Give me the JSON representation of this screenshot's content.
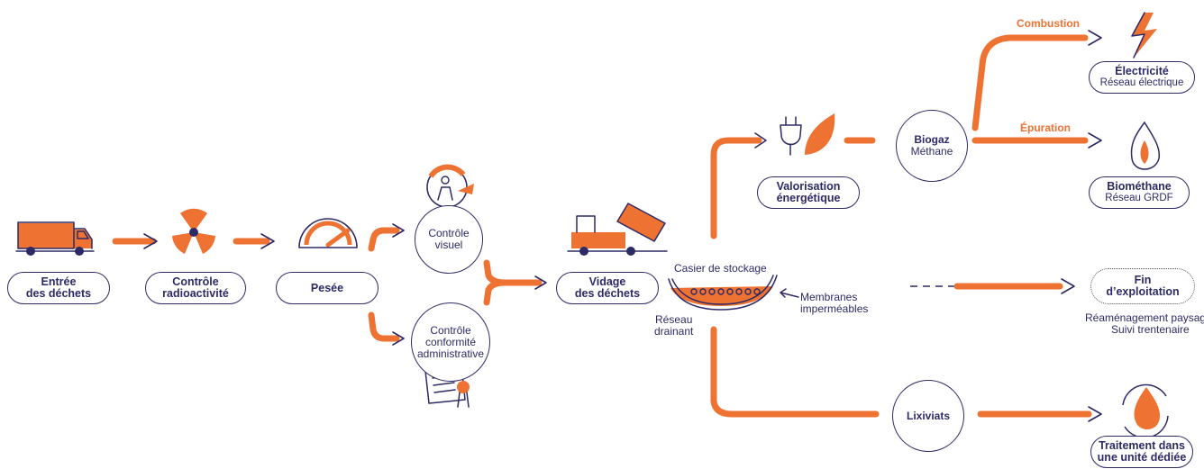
{
  "colors": {
    "accent": "#ee7232",
    "ink": "#2d2a66"
  },
  "steps": {
    "entree": {
      "line1": "Entrée",
      "line2": "des déchets"
    },
    "radio": {
      "line1": "Contrôle",
      "line2": "radioactivité"
    },
    "pesee": {
      "label": "Pesée"
    },
    "controle_visuel": {
      "line1": "Contrôle",
      "line2": "visuel"
    },
    "controle_admin": {
      "line1": "Contrôle",
      "line2": "conformité",
      "line3": "administrative"
    },
    "vidage": {
      "line1": "Vidage",
      "line2": "des déchets"
    },
    "valorisation": {
      "line1": "Valorisation",
      "line2": "énergétique"
    },
    "biogaz": {
      "title": "Biogaz",
      "sub": "Méthane"
    },
    "electricite": {
      "title": "Électricité",
      "sub": "Réseau électrique"
    },
    "biomethane": {
      "title": "Biométhane",
      "sub": "Réseau GRDF"
    },
    "fin": {
      "line1": "Fin",
      "line2": "d’exploitation"
    },
    "fin_note": {
      "line1": "Réaménagement paysager",
      "line2": "Suivi trentenaire"
    },
    "lixiviats": {
      "title": "Lixiviats"
    },
    "traitement": {
      "line1": "Traitement dans",
      "line2": "une unité dédiée"
    }
  },
  "stockage": {
    "casier": "Casier de stockage",
    "membranes_line1": "Membranes",
    "membranes_line2": "imperméables",
    "reseau_line1": "Réseau",
    "reseau_line2": "drainant"
  },
  "branches": {
    "combustion": "Combustion",
    "epuration": "Épuration"
  },
  "icons": [
    "truck-icon",
    "radioactivity-icon",
    "gauge-icon",
    "visual-check-icon",
    "certificate-icon",
    "dump-truck-icon",
    "plug-leaf-icon",
    "lightning-icon",
    "flame-icon",
    "recycle-flame-icon"
  ]
}
